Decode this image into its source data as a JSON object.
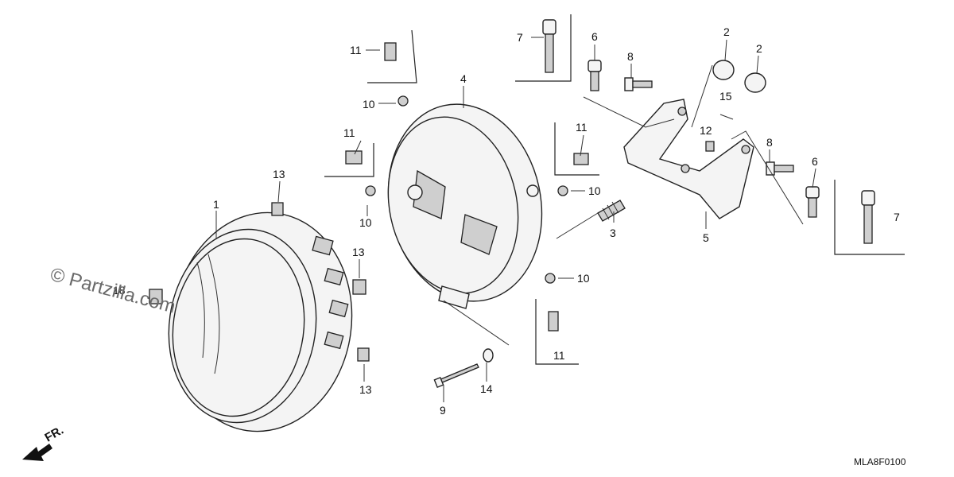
{
  "callouts": {
    "c1": "1",
    "c2a": "2",
    "c2b": "2",
    "c3": "3",
    "c4": "4",
    "c5": "5",
    "c6a": "6",
    "c6b": "6",
    "c7a": "7",
    "c7b": "7",
    "c8a": "8",
    "c8b": "8",
    "c9": "9",
    "c10a": "10",
    "c10b": "10",
    "c10c": "10",
    "c10d": "10",
    "c11a": "11",
    "c11b": "11",
    "c11c": "11",
    "c11d": "11",
    "c12": "12",
    "c13a": "13",
    "c13b": "13",
    "c13c": "13",
    "c14": "14",
    "c15": "15",
    "c18": "18"
  },
  "watermark": "© Partzilla.com",
  "direction_label": "FR.",
  "diagram_code": "MLA8F0100"
}
